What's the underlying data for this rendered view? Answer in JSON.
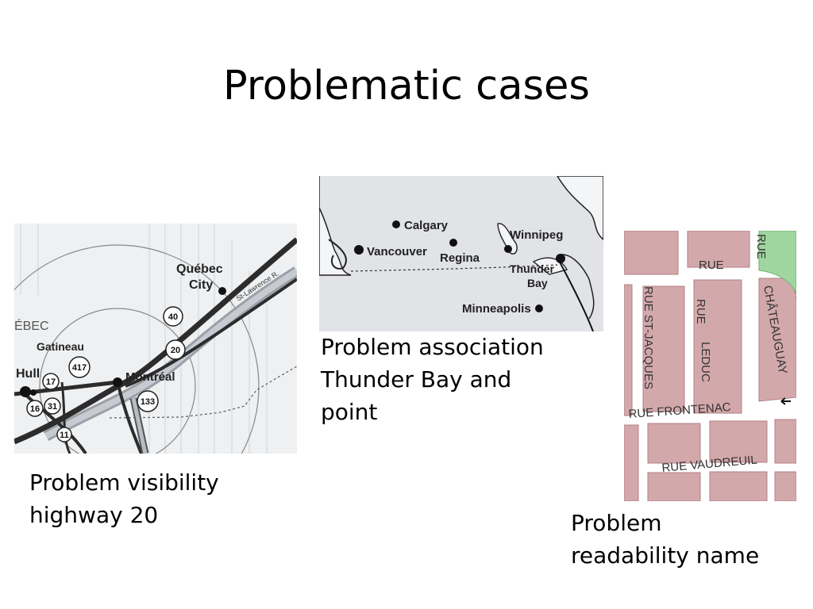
{
  "slide": {
    "title": "Problematic cases"
  },
  "map_highway": {
    "cities": {
      "quebec_city_line1": "Québec",
      "quebec_city_line2": "City",
      "gatineau": "Gatineau",
      "hull": "Hull",
      "montreal": "Montréal",
      "quebec_region_partial": "ÉBEC"
    },
    "river": "St-Lawrence R.",
    "shields": [
      "40",
      "20",
      "417",
      "17",
      "31",
      "16",
      "133",
      "11"
    ]
  },
  "map_cities": {
    "cities": {
      "calgary": "Calgary",
      "vancouver": "Vancouver",
      "regina": "Regina",
      "winnipeg": "Winnipeg",
      "thunder_bay_line1": "Thunder",
      "thunder_bay_line2": "Bay",
      "minneapolis": "Minneapolis"
    }
  },
  "map_streets": {
    "streets": {
      "rue_top": "RUE",
      "rue_corner": "RUE",
      "st_jacques": "RUE ST-JACQUES",
      "leduc_rue": "RUE",
      "leduc": "LEDUC",
      "chateauguay": "CHÂTEAUGUAY",
      "frontenac": "RUE FRONTENAC",
      "vaudreuil": "RUE VAUDREUIL"
    },
    "colors": {
      "block": "#d3a8ab",
      "park": "#9fd69f",
      "road": "#ffffff"
    }
  },
  "captions": {
    "highway": {
      "line1": "Problem visibility",
      "line2": "highway 20"
    },
    "association": {
      "line1": "Problem association",
      "line2": "Thunder Bay and",
      "line3": "point"
    },
    "readability": {
      "line1": "Problem",
      "line2": "readability name"
    }
  }
}
